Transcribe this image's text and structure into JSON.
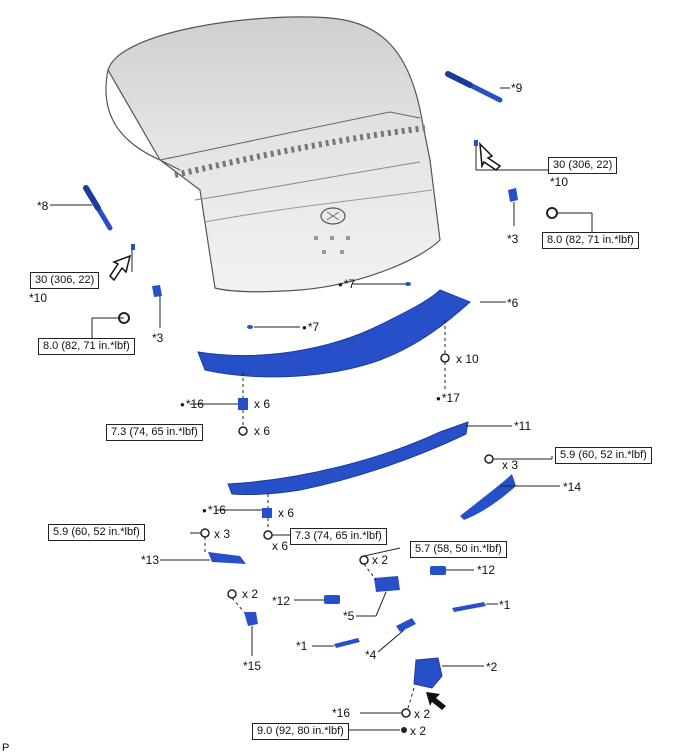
{
  "colors": {
    "part": "#2750c8",
    "part_dark": "#1a3a9e",
    "panel": "#d9d9d9",
    "line": "#222222"
  },
  "labels": {
    "l1": "*9",
    "l2": "*10",
    "l3": "*3",
    "l4": "*8",
    "l5": "*10",
    "l6": "*3",
    "l7": "*7",
    "l8": "*6",
    "l9": "*7",
    "l10": "x 10",
    "l11": "*16",
    "l12": "x 6",
    "l13": "*17",
    "l14": "x 6",
    "l15": "*11",
    "l16": "x 3",
    "l17": "*14",
    "l18": "*16",
    "l19": "x 6",
    "l20": "x 3",
    "l21": "x 6",
    "l22": "*13",
    "l23": "x 2",
    "l24": "*12",
    "l25": "x 2",
    "l26": "*12",
    "l27": "*5",
    "l28": "*1",
    "l29": "*1",
    "l30": "*4",
    "l31": "*15",
    "l32": "*2",
    "l33": "*16",
    "l34": "x 2",
    "l35": "x 2",
    "l36": "P"
  },
  "torque": {
    "t1": "30 (306, 22)",
    "t2": "8.0 (82, 71 in.*lbf)",
    "t3": "30 (306, 22)",
    "t4": "8.0 (82, 71 in.*lbf)",
    "t5": "7.3 (74, 65 in.*lbf)",
    "t6": "5.9 (60, 52 in.*lbf)",
    "t7": "5.9 (60, 52 in.*lbf)",
    "t8": "7.3 (74, 65 in.*lbf)",
    "t9": "5.7 (58, 50 in.*lbf)",
    "t10": "9.0 (92, 80 in.*lbf)"
  }
}
